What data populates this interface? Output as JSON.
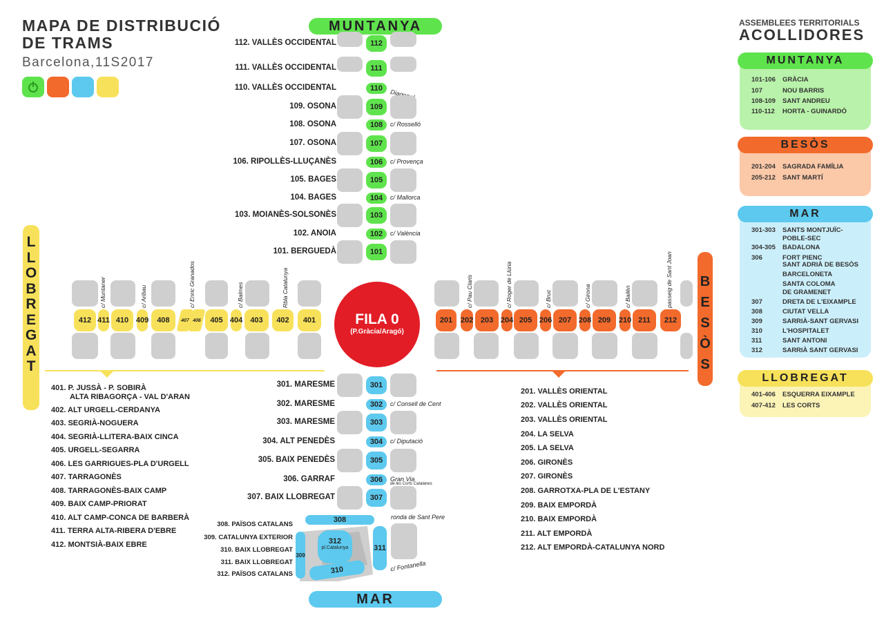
{
  "title": {
    "line1": "MAPA DE DISTRIBUCIÓ",
    "line2": "DE TRAMS",
    "subtitle": "Barcelona,11S2017"
  },
  "swatch_colors": [
    "#5fe34d",
    "#f26a2c",
    "#5dc9ee",
    "#f8e15a"
  ],
  "compass": {
    "north": "MUNTANYA",
    "south": "MAR",
    "west": "LLOBREGAT",
    "east": "BESÒS"
  },
  "center": {
    "label": "FILA 0",
    "sub": "(P.Gràcia/Aragó)"
  },
  "north_rows": [
    {
      "num": "112",
      "name": "112. VALLÈS OCCIDENTAL",
      "street": ""
    },
    {
      "num": "111",
      "name": "111. VALLÈS OCCIDENTAL",
      "street": ""
    },
    {
      "num": "110",
      "name": "110. VALLÈS OCCIDENTAL",
      "street": "Diagonal"
    },
    {
      "num": "109",
      "name": "109. OSONA",
      "street": ""
    },
    {
      "num": "108",
      "name": "108. OSONA",
      "street": "c/ Rosselló"
    },
    {
      "num": "107",
      "name": "107. OSONA",
      "street": ""
    },
    {
      "num": "106",
      "name": "106. RIPOLLÈS-LLUÇANÈS",
      "street": "c/ Provença"
    },
    {
      "num": "105",
      "name": "105. BAGES",
      "street": ""
    },
    {
      "num": "104",
      "name": "104. BAGES",
      "street": "c/ Mallorca"
    },
    {
      "num": "103",
      "name": "103. MOIANÈS-SOLSONÈS",
      "street": ""
    },
    {
      "num": "102",
      "name": "102. ANOIA",
      "street": "c/ València"
    },
    {
      "num": "101",
      "name": "101. BERGUEDÀ",
      "street": ""
    }
  ],
  "south_rows": [
    {
      "num": "301",
      "name": "301. MARESME",
      "street": ""
    },
    {
      "num": "302",
      "name": "302. MARESME",
      "street": "c/ Consell de Cent"
    },
    {
      "num": "303",
      "name": "303. MARESME",
      "street": ""
    },
    {
      "num": "304",
      "name": "304. ALT PENEDÈS",
      "street": "c/ Diputació"
    },
    {
      "num": "305",
      "name": "305. BAIX PENEDÈS",
      "street": ""
    },
    {
      "num": "306",
      "name": "306. GARRAF",
      "street": "Gran Via"
    },
    {
      "num": "307",
      "name": "307. BAIX LLOBREGAT",
      "street": ""
    }
  ],
  "south_extra": {
    "granvia_sub": "de les Corts Catalanes",
    "ronda": "ronda de Sant Pere",
    "fontanella": "c/ Fontanella",
    "plaza_num": "312",
    "plaza_name": "pl.Catalunya",
    "n308": "308",
    "n309": "309",
    "n310": "310",
    "n311": "311",
    "labels": [
      "308. PAÏSOS CATALANS",
      "309. CATALUNYA EXTERIOR",
      "310. BAIX LLOBREGAT",
      "311. BAIX LLOBREGAT",
      "312. PAÏSOS CATALANS"
    ]
  },
  "west_pills": [
    "412",
    "411",
    "410",
    "409",
    "408",
    "407",
    "406",
    "405",
    "404",
    "403",
    "402",
    "401"
  ],
  "west_streets": [
    "c/ Muntaner",
    "c/ Aribau",
    "c/ Enric Granados",
    "c/ Balmes",
    "Rbla Catalunya"
  ],
  "east_pills": [
    "201",
    "202",
    "203",
    "204",
    "205",
    "206",
    "207",
    "208",
    "209",
    "210",
    "211",
    "212"
  ],
  "east_streets": [
    "c/ Pau Claris",
    "c/ Roger de Llúria",
    "c/ Bruc",
    "c/ Girona",
    "c/ Bailèn",
    "passeig de Sant Joan"
  ],
  "west_list": [
    "401.  P. JUSSÀ - P. SOBIRÀ",
    "ALTA RIBAGORÇA - VAL D'ARAN",
    "402. ALT URGELL-CERDANYA",
    "403. SEGRIÀ-NOGUERA",
    "404. SEGRIÀ-LLITERA-BAIX CINCA",
    "405. URGELL-SEGARRA",
    "406. LES GARRIGUES-PLA D'URGELL",
    "407. TARRAGONÈS",
    "408. TARRAGONÈS-BAIX CAMP",
    "409. BAIX CAMP-PRIORAT",
    "410. ALT CAMP-CONCA DE BARBERÀ",
    "411.  TERRA ALTA-RIBERA D'EBRE",
    "412.  MONTSIÀ-BAIX EBRE"
  ],
  "east_list": [
    "201.  VALLÈS ORIENTAL",
    "202. VALLÈS ORIENTAL",
    "203. VALLÈS ORIENTAL",
    "204. LA SELVA",
    "205. LA SELVA",
    "206. GIRONÈS",
    "207. GIRONÈS",
    "208. GARROTXA-PLA DE L'ESTANY",
    "209. BAIX EMPORDÀ",
    "210. BAIX EMPORDÀ",
    "211.   ALT EMPORDÀ",
    "212.  ALT EMPORDÀ-CATALUNYA NORD"
  ],
  "side": {
    "heading1": "ASSEMBLEES TERRITORIALS",
    "heading2": "ACOLLIDORES",
    "muntanya": {
      "title": "MUNTANYA",
      "rows": [
        [
          "101-106",
          "GRÀCIA"
        ],
        [
          "107",
          "NOU BARRIS"
        ],
        [
          "108-109",
          "SANT ANDREU"
        ],
        [
          "110-112",
          "HORTA - GUINARDÓ"
        ]
      ]
    },
    "besos": {
      "title": "BESÒS",
      "rows": [
        [
          "201-204",
          "SAGRADA FAMÍLIA"
        ],
        [
          "205-212",
          "SANT MARTÍ"
        ]
      ]
    },
    "mar": {
      "title": "MAR",
      "rows": [
        [
          "301-303",
          "SANTS MONTJUÏC-"
        ],
        [
          "",
          "POBLE-SEC"
        ],
        [
          "304-305",
          "BADALONA"
        ],
        [
          "306",
          "FORT PIENC"
        ],
        [
          "",
          "SANT ADRIÀ DE BESÒS"
        ],
        [
          "",
          "BARCELONETA"
        ],
        [
          "",
          "SANTA COLOMA"
        ],
        [
          "",
          "DE GRAMENET"
        ],
        [
          "307",
          "DRETA DE L'EIXAMPLE"
        ],
        [
          "308",
          "CIUTAT VELLA"
        ],
        [
          "309",
          "SARRIÀ-SANT GERVASI"
        ],
        [
          "310",
          "L'HOSPITALET"
        ],
        [
          "311",
          "SANT ANTONI"
        ],
        [
          "312",
          "SARRIÀ SANT GERVASI"
        ]
      ]
    },
    "llobregat": {
      "title": "LLOBREGAT",
      "rows": [
        [
          "401-406",
          "ESQUERRA EIXAMPLE"
        ],
        [
          "407-412",
          "LES CORTS"
        ]
      ]
    }
  }
}
